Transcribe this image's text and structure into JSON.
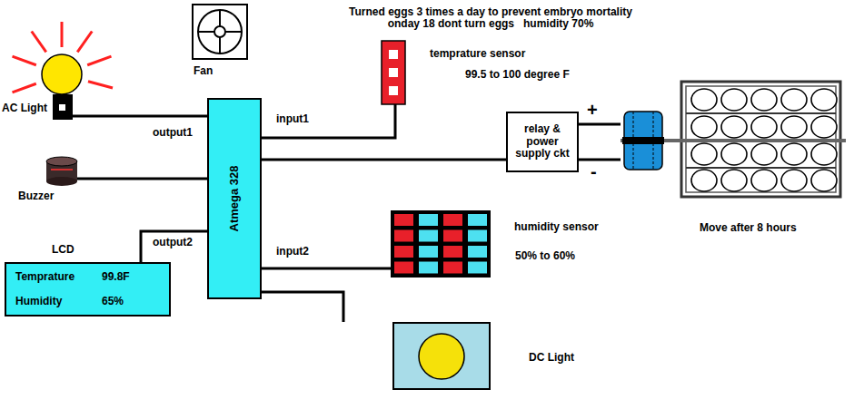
{
  "diagram": {
    "nodes": [
      {
        "text": [
          "AC Light"
        ]
      },
      {
        "text": [
          "Fan"
        ]
      },
      {
        "text": [
          "temprature sensor"
        ]
      },
      {
        "text": [
          "Buzzer"
        ]
      },
      {
        "text": [
          "Atmega 328"
        ]
      },
      {
        "text": [
          "relay & power supply ckt"
        ]
      },
      {
        "text": [
          "Move after 8 hours"
        ]
      },
      {
        "text": [
          "LCD",
          "Temprature",
          "99.8F",
          "Humidity",
          "65%"
        ]
      },
      {
        "text": [
          "humidity sensor"
        ]
      },
      {
        "text": [
          "DC Light"
        ]
      }
    ],
    "edges": [
      {
        "from": 0,
        "to": 4,
        "arrow": "none",
        "label": "output1"
      },
      {
        "from": 3,
        "to": 4,
        "arrow": "none"
      },
      {
        "from": 7,
        "to": 4,
        "arrow": "none",
        "label": "output2"
      },
      {
        "from": 4,
        "to": 2,
        "arrow": "none",
        "label": "input1"
      },
      {
        "from": 4,
        "to": 5,
        "arrow": "none"
      },
      {
        "from": 4,
        "to": 8,
        "arrow": "none",
        "label": "input2"
      },
      {
        "from": 4,
        "to": 9,
        "arrow": "none"
      },
      {
        "from": 5,
        "to": 6,
        "arrow": "none",
        "label": "+"
      },
      {
        "from": 5,
        "to": 6,
        "arrow": "none",
        "label": "-"
      }
    ],
    "labels": [
      "Turned eggs 3 times a day to prevent embryo mortality",
      "onday 18 dont turn eggs   humidity 70%",
      "99.5 to 100 degree F",
      "50% to 60%"
    ]
  }
}
